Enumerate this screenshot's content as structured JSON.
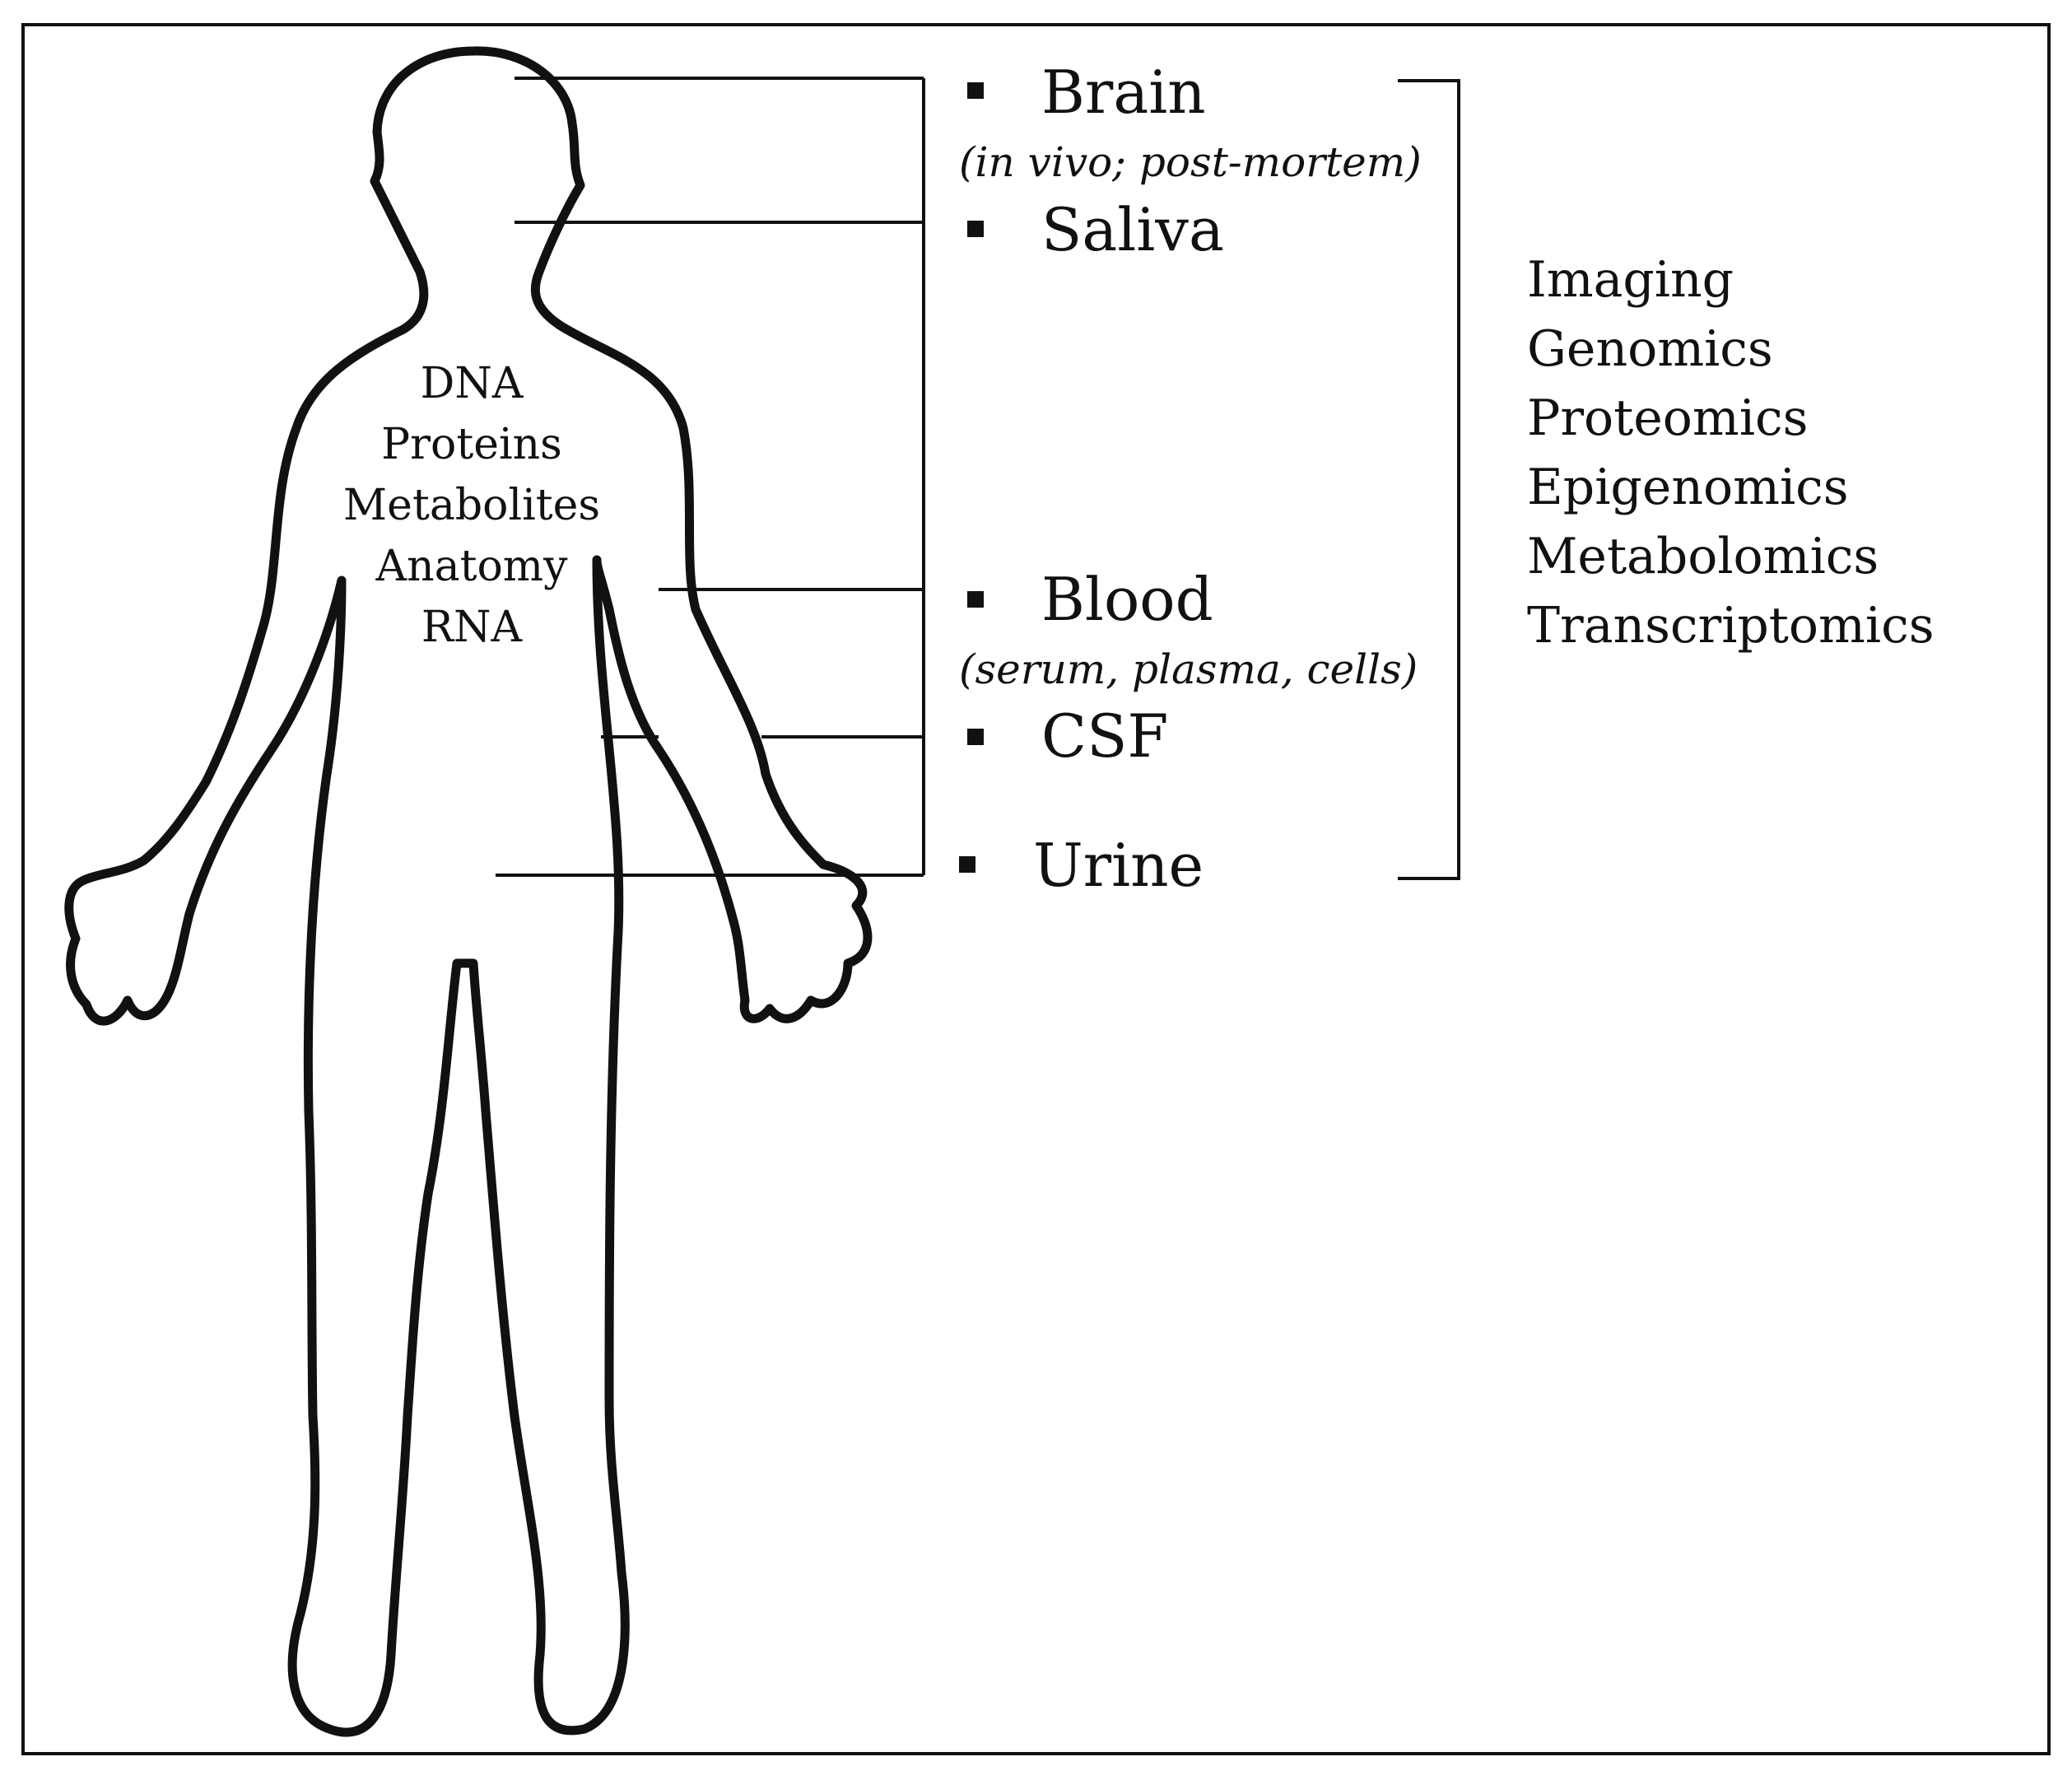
{
  "body_contents": [
    "DNA",
    "Proteins",
    "Metabolites",
    "Anatomy",
    "RNA"
  ],
  "samples": [
    {
      "label": "Brain",
      "note": "(in vivo; post-mortem)"
    },
    {
      "label": "Saliva"
    },
    {
      "label": "Blood",
      "note": "(serum, plasma, cells)"
    },
    {
      "label": "CSF"
    },
    {
      "label": "Urine"
    }
  ],
  "analyses": [
    "Imaging",
    "Genomics",
    "Proteomics",
    "Epigenomics",
    "Metabolomics",
    "Transcriptomics"
  ],
  "colors": {
    "ink": "#111111",
    "background": "#ffffff"
  },
  "icons": {
    "bullet": "square-bullet-icon",
    "figure": "human-body-outline-icon"
  }
}
